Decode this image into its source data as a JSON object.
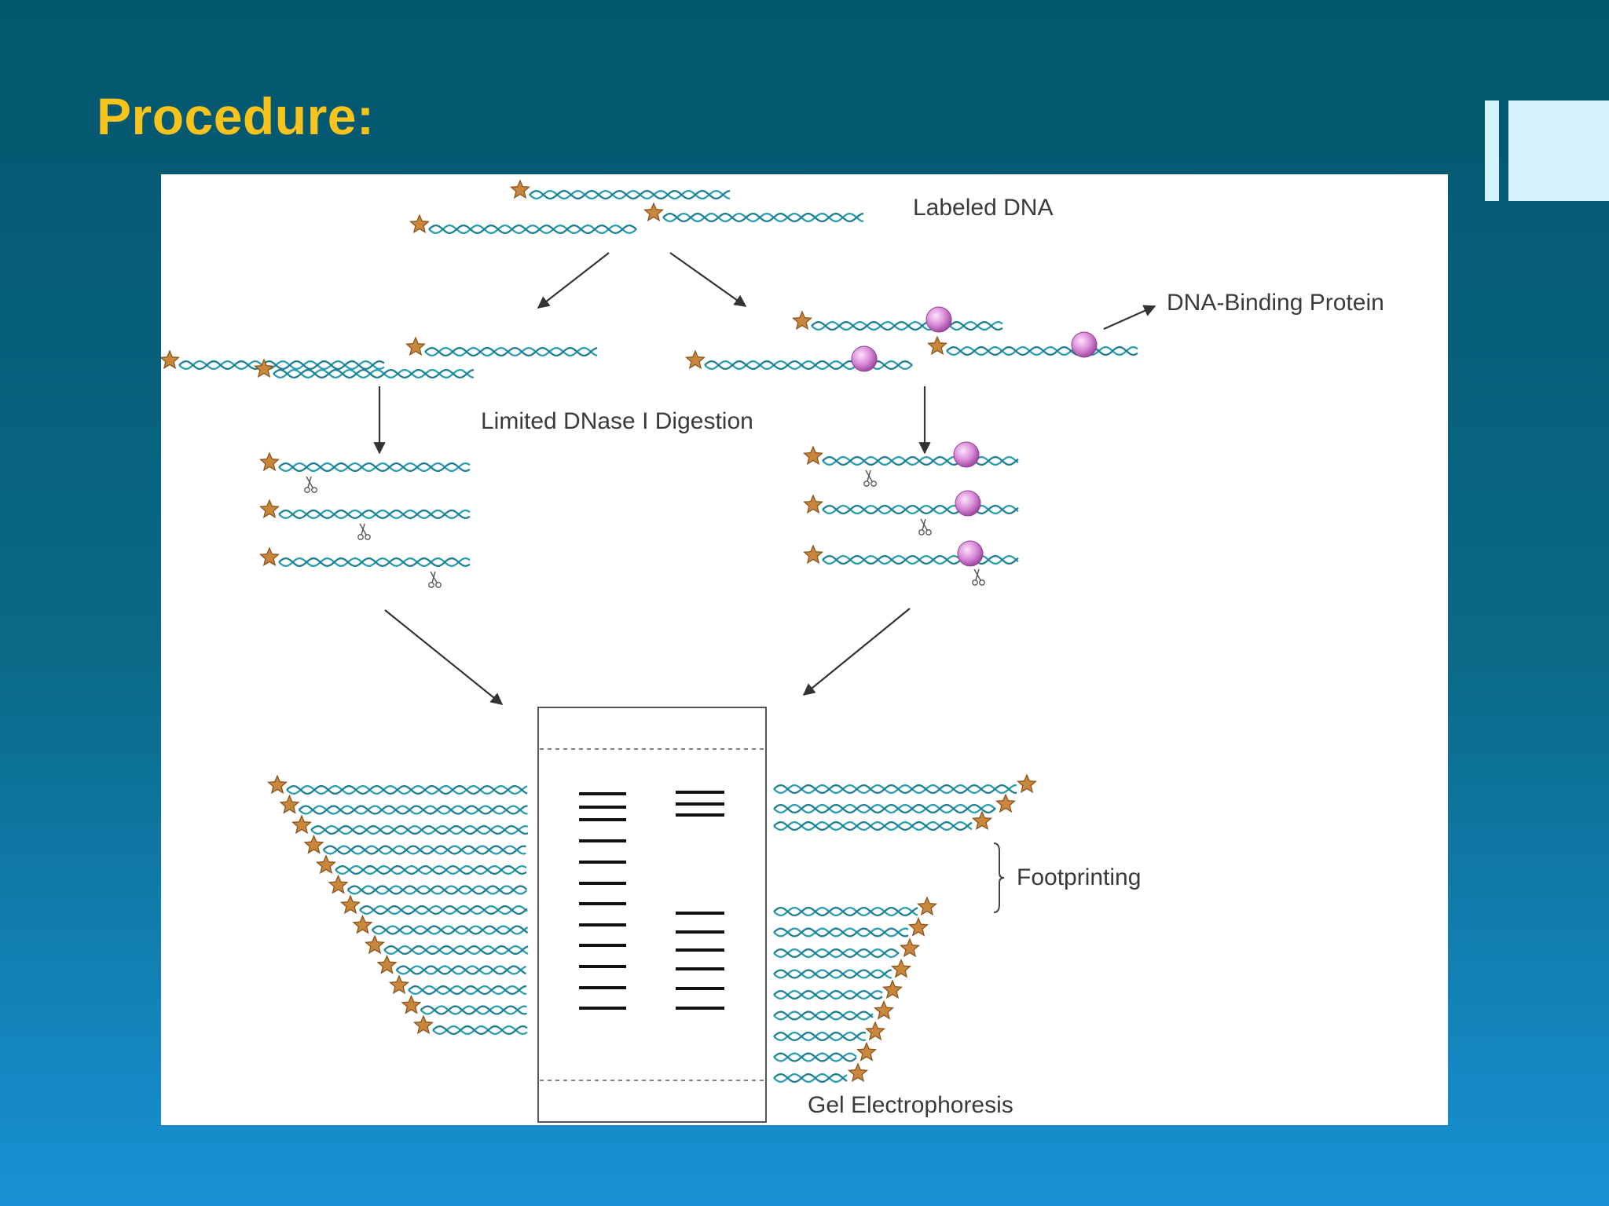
{
  "slide": {
    "title": "Procedure:"
  },
  "diagram": {
    "labels": {
      "labeled_dna": "Labeled DNA",
      "dna_binding_protein": "DNA-Binding Protein",
      "digestion": "Limited DNase I Digestion",
      "footprinting": "Footprinting",
      "gel": "Gel Electrophoresis"
    }
  },
  "colors": {
    "title": "#f8c31a",
    "background_top": "#03576e",
    "background_bottom": "#1891d4",
    "decoration": "#d4f2f9",
    "dna_helix": "#2a9db0",
    "label_star": "#c8873a",
    "protein": "#d98ad8",
    "band": "#111111"
  }
}
